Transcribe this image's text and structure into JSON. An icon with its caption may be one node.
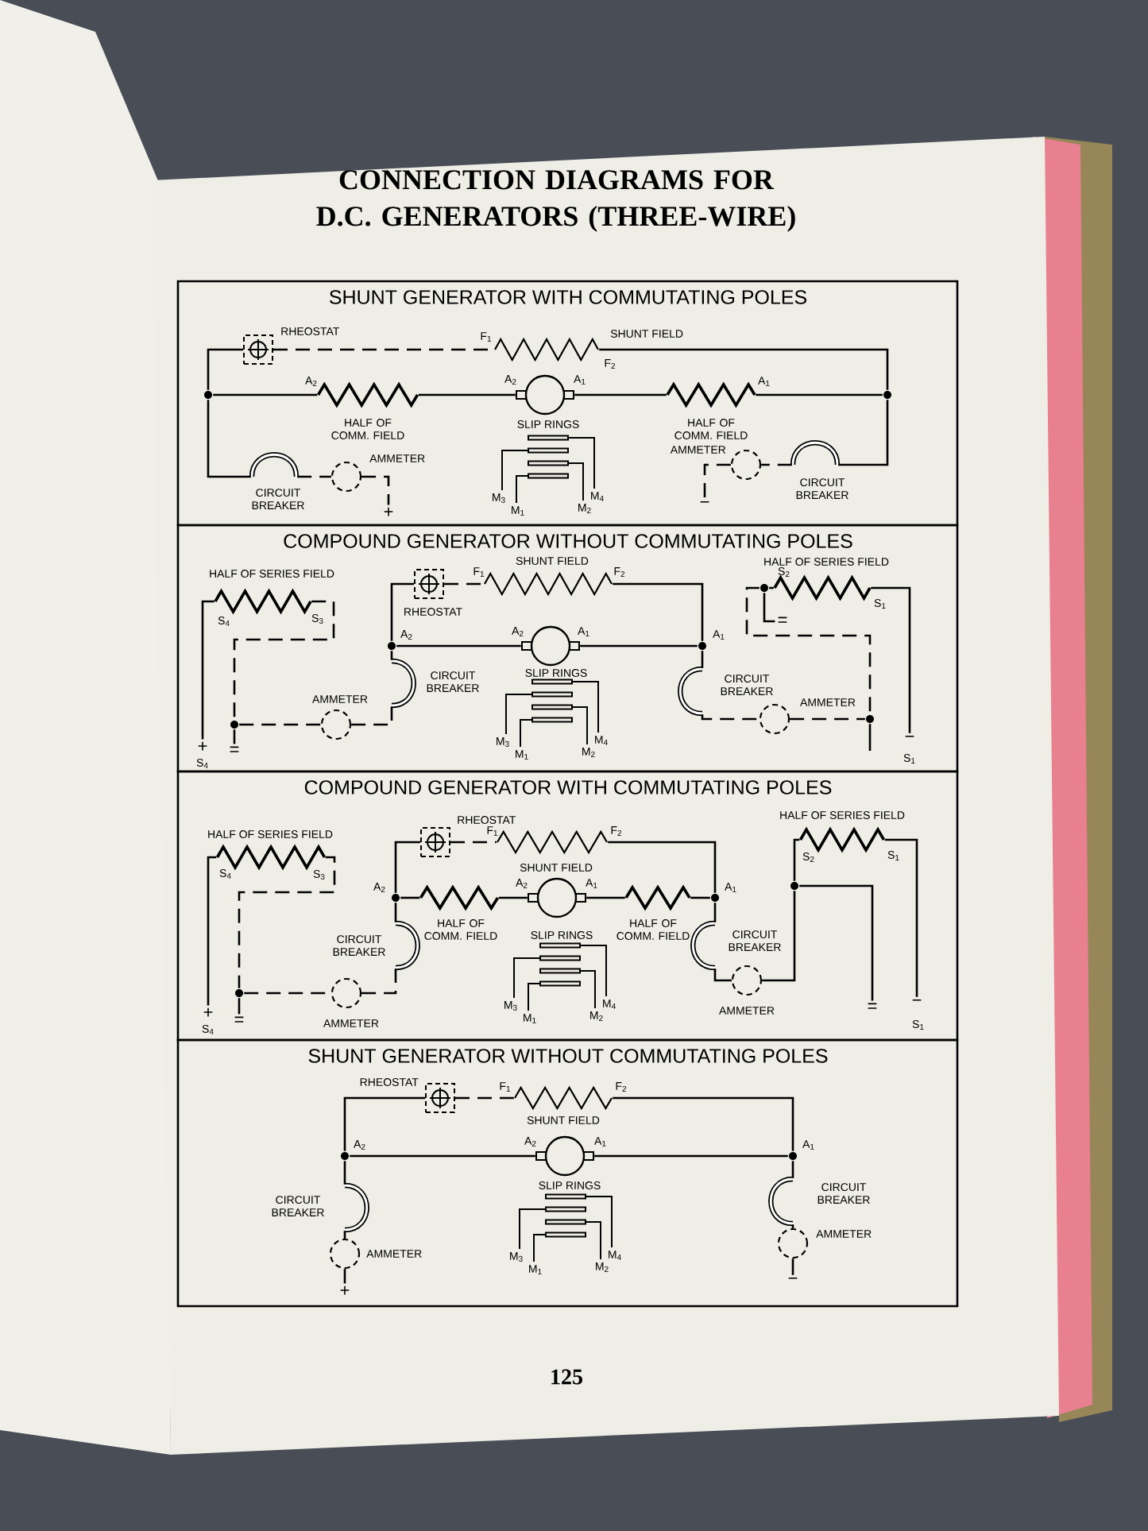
{
  "diagram": {
    "title": "CONNECTION DIAGRAMS FOR D.C. GENERATORS (THREE-WIRE)",
    "nodes": [
      {
        "text": [
          "SHUNT GENERATOR WITH COMMUTATING POLES"
        ]
      },
      {
        "text": [
          "RHEOSTAT"
        ],
        "in": 0
      },
      {
        "text": [
          "F$_{1}$",
          "SHUNT FIELD",
          "F$_{2}$"
        ],
        "in": 0
      },
      {
        "text": [],
        "shape": "dot",
        "in": 0
      },
      {
        "text": [
          "HALF OF COMM. FIELD",
          "A$_{2}$"
        ],
        "in": 0
      },
      {
        "text": [],
        "shape": "circle",
        "beside": [
          "A$_{2}$",
          "A$_{1}$"
        ],
        "in": 0
      },
      {
        "text": [
          "HALF OF COMM. FIELD",
          "A$_{1}$"
        ],
        "in": 0
      },
      {
        "text": [],
        "shape": "dot",
        "in": 0
      },
      {
        "text": [
          "SLIP RINGS",
          "M$_{3}$",
          "M$_{1}$",
          "M$_{2}$",
          "M$_{4}$"
        ],
        "in": 0
      },
      {
        "text": [
          "CIRCUIT BREAKER"
        ],
        "in": 0
      },
      {
        "text": [
          "AMMETER"
        ],
        "in": 0
      },
      {
        "text": [
          "+"
        ],
        "in": 0
      },
      {
        "text": [
          "AMMETER"
        ],
        "in": 0
      },
      {
        "text": [
          "CIRCUIT BREAKER"
        ],
        "in": 0
      },
      {
        "text": [
          "−"
        ],
        "in": 0
      },
      {
        "text": [
          "COMPOUND GENERATOR WITHOUT COMMUTATING POLES"
        ]
      },
      {
        "text": [
          "HALF OF SERIES FIELD",
          "S$_{4}$",
          "S$_{3}$"
        ],
        "in": 15
      },
      {
        "text": [
          "RHEOSTAT"
        ],
        "in": 15
      },
      {
        "text": [
          "SHUNT FIELD",
          "F$_{1}$",
          "F$_{2}$"
        ],
        "in": 15
      },
      {
        "text": [
          "HALF OF SERIES FIELD",
          "S$_{2}$",
          "S$_{1}$"
        ],
        "in": 15
      },
      {
        "text": [],
        "shape": "dot",
        "beside": [
          "A$_{2}$"
        ],
        "in": 15
      },
      {
        "text": [],
        "shape": "circle",
        "beside": [
          "A$_{2}$",
          "A$_{1}$"
        ],
        "in": 15
      },
      {
        "text": [],
        "shape": "dot",
        "beside": [
          "A$_{1}$"
        ],
        "in": 15
      },
      {
        "text": [],
        "shape": "dot",
        "in": 15
      },
      {
        "text": [
          "="
        ],
        "in": 15
      },
      {
        "text": [
          "SLIP RINGS",
          "M$_{3}$",
          "M$_{1}$",
          "M$_{2}$",
          "M$_{4}$"
        ],
        "in": 15
      },
      {
        "text": [
          "CIRCUIT BREAKER"
        ],
        "in": 15
      },
      {
        "text": [
          "CIRCUIT BREAKER"
        ],
        "in": 15
      },
      {
        "text": [
          "AMMETER"
        ],
        "in": 15
      },
      {
        "text": [
          "AMMETER"
        ],
        "in": 15
      },
      {
        "text": [],
        "shape": "dot",
        "in": 15
      },
      {
        "text": [],
        "shape": "dot",
        "in": 15
      },
      {
        "text": [
          "+"
        ],
        "beside": [
          "S$_{4}$"
        ],
        "in": 15
      },
      {
        "text": [
          "="
        ],
        "in": 15
      },
      {
        "text": [
          "−"
        ],
        "beside": [
          "S$_{1}$"
        ],
        "in": 15
      },
      {
        "text": [
          "COMPOUND GENERATOR WITH COMMUTATING POLES"
        ]
      },
      {
        "text": [
          "HALF OF SERIES FIELD",
          "S$_{4}$",
          "S$_{3}$"
        ],
        "in": 35
      },
      {
        "text": [
          "RHEOSTAT"
        ],
        "in": 35
      },
      {
        "text": [
          "SHUNT FIELD",
          "F$_{1}$",
          "F$_{2}$"
        ],
        "in": 35
      },
      {
        "text": [
          "HALF OF SERIES FIELD",
          "S$_{2}$",
          "S$_{1}$"
        ],
        "in": 35
      },
      {
        "text": [],
        "shape": "dot",
        "beside": [
          "A$_{2}$"
        ],
        "in": 35
      },
      {
        "text": [
          "HALF OF COMM. FIELD"
        ],
        "in": 35
      },
      {
        "text": [],
        "shape": "circle",
        "beside": [
          "A$_{2}$",
          "A$_{1}$"
        ],
        "in": 35
      },
      {
        "text": [
          "HALF OF COMM. FIELD"
        ],
        "in": 35
      },
      {
        "text": [],
        "shape": "dot",
        "beside": [
          "A$_{1}$"
        ],
        "in": 35
      },
      {
        "text": [],
        "shape": "dot",
        "in": 35
      },
      {
        "text": [
          "SLIP RINGS",
          "M$_{3}$",
          "M$_{1}$",
          "M$_{2}$",
          "M$_{4}$"
        ],
        "in": 35
      },
      {
        "text": [
          "CIRCUIT BREAKER"
        ],
        "in": 35
      },
      {
        "text": [
          "CIRCUIT BREAKER"
        ],
        "in": 35
      },
      {
        "text": [
          "AMMETER"
        ],
        "in": 35
      },
      {
        "text": [
          "AMMETER"
        ],
        "in": 35
      },
      {
        "text": [],
        "shape": "dot",
        "in": 35
      },
      {
        "text": [
          "+"
        ],
        "beside": [
          "S$_{4}$"
        ],
        "in": 35
      },
      {
        "text": [
          "="
        ],
        "in": 35
      },
      {
        "text": [
          "="
        ],
        "in": 35
      },
      {
        "text": [
          "−"
        ],
        "beside": [
          "S$_{1}$"
        ],
        "in": 35
      },
      {
        "text": [
          "SHUNT GENERATOR WITHOUT COMMUTATING POLES"
        ]
      },
      {
        "text": [
          "RHEOSTAT"
        ],
        "in": 56
      },
      {
        "text": [
          "SHUNT FIELD",
          "F$_{1}$",
          "F$_{2}$"
        ],
        "in": 56
      },
      {
        "text": [],
        "shape": "dot",
        "beside": [
          "A$_{2}$"
        ],
        "in": 56
      },
      {
        "text": [],
        "shape": "circle",
        "beside": [
          "A$_{2}$",
          "A$_{1}$"
        ],
        "in": 56
      },
      {
        "text": [],
        "shape": "dot",
        "beside": [
          "A$_{1}$"
        ],
        "in": 56
      },
      {
        "text": [
          "SLIP RINGS",
          "M$_{3}$",
          "M$_{1}$",
          "M$_{2}$",
          "M$_{4}$"
        ],
        "in": 56
      },
      {
        "text": [
          "CIRCUIT BREAKER"
        ],
        "in": 56
      },
      {
        "text": [
          "CIRCUIT BREAKER"
        ],
        "in": 56
      },
      {
        "text": [
          "AMMETER"
        ],
        "in": 56
      },
      {
        "text": [
          "AMMETER"
        ],
        "in": 56
      },
      {
        "text": [
          "+"
        ],
        "in": 56
      },
      {
        "text": [
          "−"
        ],
        "in": 56
      }
    ],
    "edges": [
      {
        "from": 3,
        "to": 1,
        "arrow": "none"
      },
      {
        "from": 1,
        "to": 2,
        "arrow": "none",
        "style": "dashed"
      },
      {
        "from": 2,
        "to": 7,
        "arrow": "none"
      },
      {
        "from": 3,
        "to": 4,
        "arrow": "none"
      },
      {
        "from": 4,
        "to": 5,
        "arrow": "none"
      },
      {
        "from": 5,
        "to": 6,
        "arrow": "none"
      },
      {
        "from": 6,
        "to": 7,
        "arrow": "none"
      },
      {
        "from": 3,
        "to": 9,
        "arrow": "none"
      },
      {
        "from": 9,
        "to": 10,
        "arrow": "none",
        "style": "dashed"
      },
      {
        "from": 10,
        "to": 11,
        "arrow": "none",
        "style": "dashed"
      },
      {
        "from": 7,
        "to": 13,
        "arrow": "none"
      },
      {
        "from": 13,
        "to": 12,
        "arrow": "none",
        "style": "dashed"
      },
      {
        "from": 12,
        "to": 14,
        "arrow": "none",
        "style": "dashed"
      },
      {
        "from": 16,
        "to": 32,
        "arrow": "none"
      },
      {
        "from": 16,
        "to": 30,
        "arrow": "none",
        "style": "dashed"
      },
      {
        "from": 30,
        "to": 33,
        "arrow": "none"
      },
      {
        "from": 30,
        "to": 28,
        "arrow": "none",
        "style": "dashed"
      },
      {
        "from": 28,
        "to": 26,
        "arrow": "none",
        "style": "dashed"
      },
      {
        "from": 26,
        "to": 20,
        "arrow": "none"
      },
      {
        "from": 20,
        "to": 17,
        "arrow": "none"
      },
      {
        "from": 17,
        "to": 18,
        "arrow": "none",
        "style": "dashed"
      },
      {
        "from": 18,
        "to": 22,
        "arrow": "none"
      },
      {
        "from": 20,
        "to": 21,
        "arrow": "none"
      },
      {
        "from": 21,
        "to": 22,
        "arrow": "none"
      },
      {
        "from": 22,
        "to": 27,
        "arrow": "none"
      },
      {
        "from": 27,
        "to": 29,
        "arrow": "none",
        "style": "dashed"
      },
      {
        "from": 29,
        "to": 31,
        "arrow": "none",
        "style": "dashed"
      },
      {
        "from": 31,
        "to": null,
        "arrow": "none"
      },
      {
        "from": 23,
        "to": 19,
        "arrow": "none"
      },
      {
        "from": 23,
        "to": 24,
        "arrow": "none"
      },
      {
        "from": 23,
        "to": 31,
        "arrow": "none",
        "style": "dashed"
      },
      {
        "from": 19,
        "to": 34,
        "arrow": "none"
      },
      {
        "from": 36,
        "to": 52,
        "arrow": "none"
      },
      {
        "from": 36,
        "to": 51,
        "arrow": "none",
        "style": "dashed"
      },
      {
        "from": 51,
        "to": 53,
        "arrow": "none"
      },
      {
        "from": 51,
        "to": 49,
        "arrow": "none",
        "style": "dashed"
      },
      {
        "from": 49,
        "to": 47,
        "arrow": "none",
        "style": "dashed"
      },
      {
        "from": 47,
        "to": 40,
        "arrow": "none"
      },
      {
        "from": 40,
        "to": 37,
        "arrow": "none"
      },
      {
        "from": 37,
        "to": 38,
        "arrow": "none",
        "style": "dashed"
      },
      {
        "from": 38,
        "to": 44,
        "arrow": "none"
      },
      {
        "from": 40,
        "to": 41,
        "arrow": "none"
      },
      {
        "from": 41,
        "to": 42,
        "arrow": "none"
      },
      {
        "from": 42,
        "to": 43,
        "arrow": "none"
      },
      {
        "from": 43,
        "to": 44,
        "arrow": "none"
      },
      {
        "from": 44,
        "to": 48,
        "arrow": "none"
      },
      {
        "from": 48,
        "to": 50,
        "arrow": "none"
      },
      {
        "from": 50,
        "to": 45,
        "arrow": "none"
      },
      {
        "from": 45,
        "to": 39,
        "arrow": "none"
      },
      {
        "from": 45,
        "to": 54,
        "arrow": "none"
      },
      {
        "from": 39,
        "to": 55,
        "arrow": "none"
      },
      {
        "from": 59,
        "to": 57,
        "arrow": "none"
      },
      {
        "from": 57,
        "to": 58,
        "arrow": "none",
        "style": "dashed"
      },
      {
        "from": 58,
        "to": 61,
        "arrow": "none"
      },
      {
        "from": 59,
        "to": 60,
        "arrow": "none"
      },
      {
        "from": 60,
        "to": 61,
        "arrow": "none"
      },
      {
        "from": 59,
        "to": 63,
        "arrow": "none"
      },
      {
        "from": 63,
        "to": 65,
        "arrow": "none"
      },
      {
        "from": 65,
        "to": 67,
        "arrow": "none"
      },
      {
        "from": 61,
        "to": 64,
        "arrow": "none"
      },
      {
        "from": 64,
        "to": 66,
        "arrow": "none"
      },
      {
        "from": 66,
        "to": 68,
        "arrow": "none"
      }
    ],
    "labels": [
      "125"
    ]
  }
}
